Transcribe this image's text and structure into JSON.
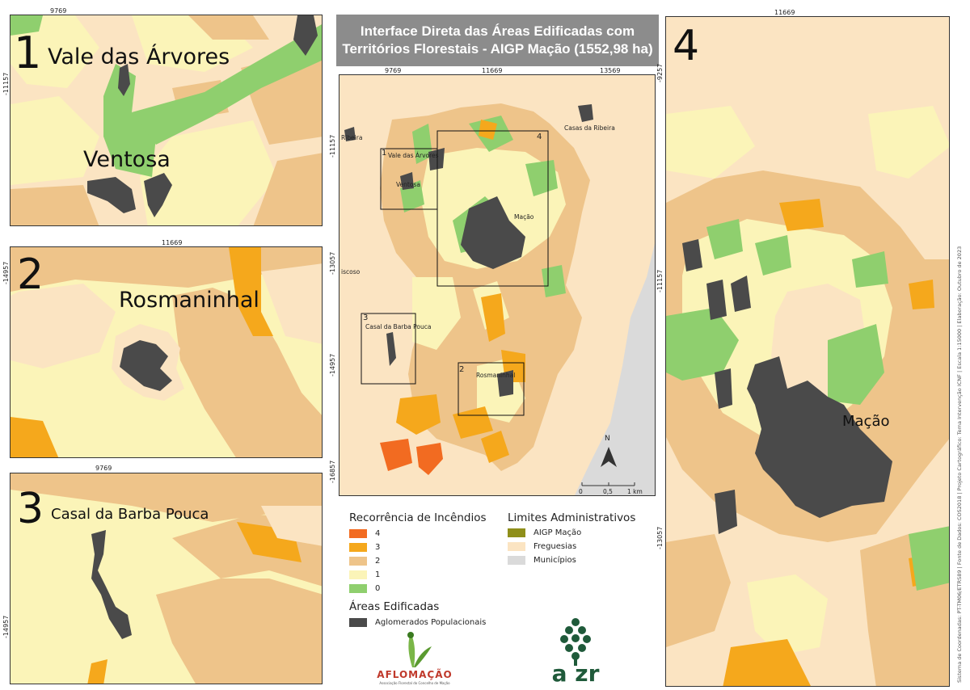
{
  "title": {
    "line1": "Interface Direta das Áreas Edificadas com",
    "line2": "Territórios Florestais - AIGP Mação (1552,98 ha)"
  },
  "insets": [
    {
      "number": "1",
      "label": "Vale das Árvores",
      "sublabel": "Ventosa",
      "top_coord": "9769",
      "side_coord": "-11157"
    },
    {
      "number": "2",
      "label": "Rosmaninhal",
      "top_coord": "11669",
      "side_coord": "-14957"
    },
    {
      "number": "3",
      "label": "Casal da Barba Pouca",
      "top_coord": "9769",
      "side_coord": "-14957"
    },
    {
      "number": "4",
      "label": "Mação",
      "top_coord": "11669",
      "side_coord_top": "-9257",
      "side_coord_mid": "-11157",
      "side_coord_bot": "-13057"
    }
  ],
  "main_map": {
    "top_coords": [
      "9769",
      "11669",
      "13569"
    ],
    "side_coords": [
      "-11157",
      "-13057",
      "-14957",
      "-16857"
    ],
    "box_labels": {
      "b1": "1",
      "b2": "2",
      "b3": "3",
      "b4": "4"
    },
    "place_labels": {
      "vale": "Vale das Árvores",
      "ventosa": "Ventosa",
      "macao": "Mação",
      "casas": "Casas da Ribeira",
      "ribeira": "Ribeira",
      "casal": "Casal da Barba Pouca",
      "rosmaninhal": "Rosmaninhal",
      "bicoso": "iscoso"
    },
    "north_arrow": "N",
    "scale": {
      "s0": "0",
      "s1": "0,5",
      "s2": "1 km"
    }
  },
  "legend": {
    "fire_title": "Recorrência de Incêndios",
    "fire_classes": [
      {
        "label": "4",
        "color": "#f26b21"
      },
      {
        "label": "3",
        "color": "#f5a81c"
      },
      {
        "label": "2",
        "color": "#eec48a"
      },
      {
        "label": "1",
        "color": "#fbf4b8"
      },
      {
        "label": "0",
        "color": "#8fcf6e"
      }
    ],
    "admin_title": "Limites Administrativos",
    "admin_classes": [
      {
        "label": "AIGP Mação",
        "color": "#8f8f1a"
      },
      {
        "label": "Freguesias",
        "color": "#fbe4c2"
      },
      {
        "label": "Municípios",
        "color": "#dadada"
      }
    ],
    "built_title": "Áreas Edificadas",
    "built_classes": [
      {
        "label": "Aglomerados Populacionais",
        "color": "#4a4a4a"
      }
    ]
  },
  "logos": {
    "aflo_text": "AFLOMAÇÃO",
    "aflo_sub": "Associação Florestal do Concelho de Mação",
    "azr_text": "a zr"
  },
  "credit": "Sistema de Coordenadas: PT-TM06/ETRS89 | Fonte de Dados: COS2018 | Projeto Cartográfico: Tema Intervenção ICNF | Escala 1:15000 | Elaboração: Outubro de 2023"
}
